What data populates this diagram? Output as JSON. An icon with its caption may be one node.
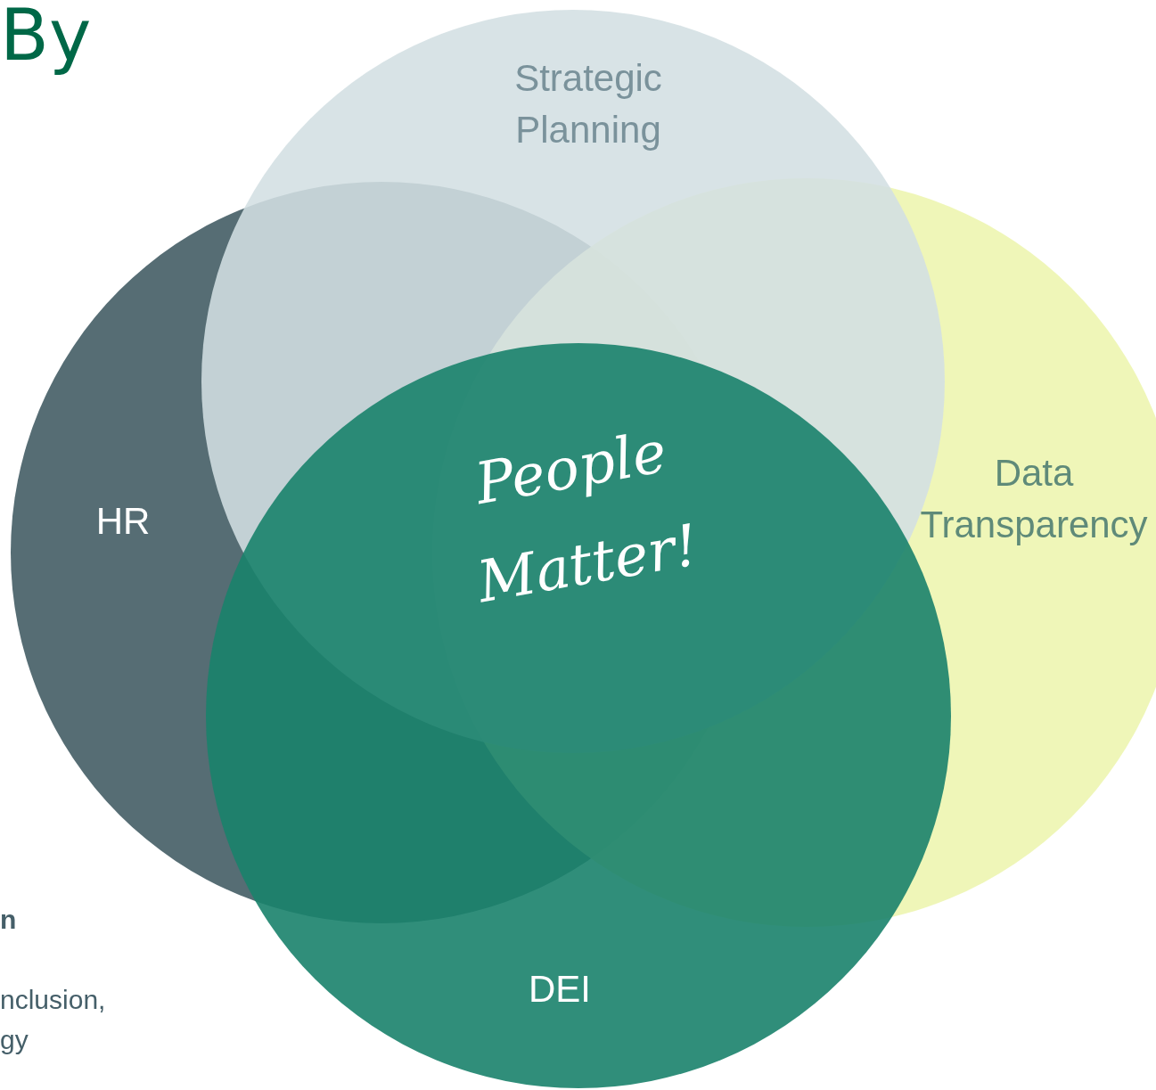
{
  "diagram": {
    "title": "By",
    "nodes": [
      {
        "text": [
          "Strategic Planning"
        ]
      },
      {
        "text": [
          "HR"
        ]
      },
      {
        "text": [
          "Data Transparency"
        ]
      },
      {
        "text": [
          "DEI"
        ]
      }
    ],
    "labels": [
      "People Matter!",
      "n",
      "nclusion,",
      "gy"
    ]
  }
}
